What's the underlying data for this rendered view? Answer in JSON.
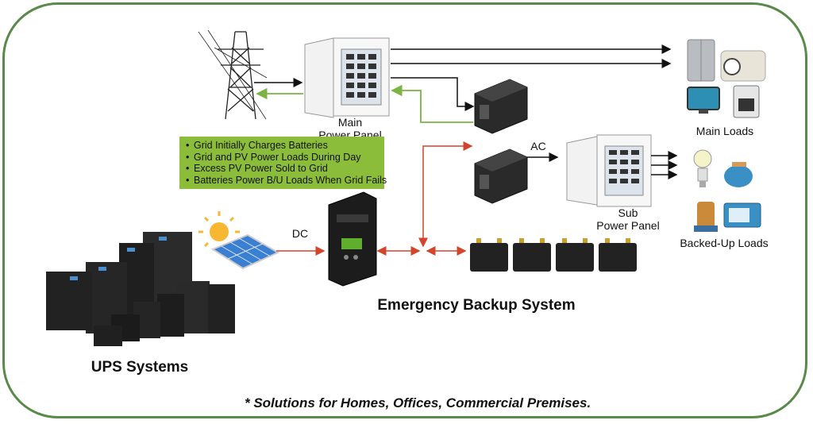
{
  "labels": {
    "main_power_panel": [
      "Main",
      "Power Panel"
    ],
    "sub_power_panel": [
      "Sub",
      "Power Panel"
    ],
    "main_loads": "Main Loads",
    "backed_up_loads": "Backed-Up Loads",
    "ac": "AC",
    "dc": "DC",
    "emergency_backup_system": "Emergency Backup System",
    "ups_systems": "UPS Systems"
  },
  "info_box": [
    "Grid Initially Charges Batteries",
    "Grid and PV Power Loads During Day",
    "Excess PV Power Sold to Grid",
    "Batteries Power B/U Loads When Grid Fails"
  ],
  "footer": "* Solutions for Homes, Offices, Commercial Premises.",
  "colors": {
    "frame": "#5a8a4a",
    "info_box": "#8cbd3a",
    "arrow_black": "#111111",
    "arrow_green": "#7cb342",
    "arrow_red": "#d2442c"
  },
  "icons": {
    "grid": "transmission-tower-icon",
    "solar": "solar-panel-icon",
    "controller": "charge-controller-icon",
    "inverter": "inverter-icon",
    "battery": "battery-icon",
    "panel": "breaker-panel-icon",
    "fridge": "refrigerator-icon",
    "washer": "washing-machine-icon",
    "tv": "tv-icon",
    "stove": "stove-icon",
    "bulb": "light-bulb-icon",
    "toaster": "toaster-icon",
    "mixer": "mixer-icon",
    "microwave": "microwave-icon",
    "ups": "ups-cabinet-icon"
  }
}
